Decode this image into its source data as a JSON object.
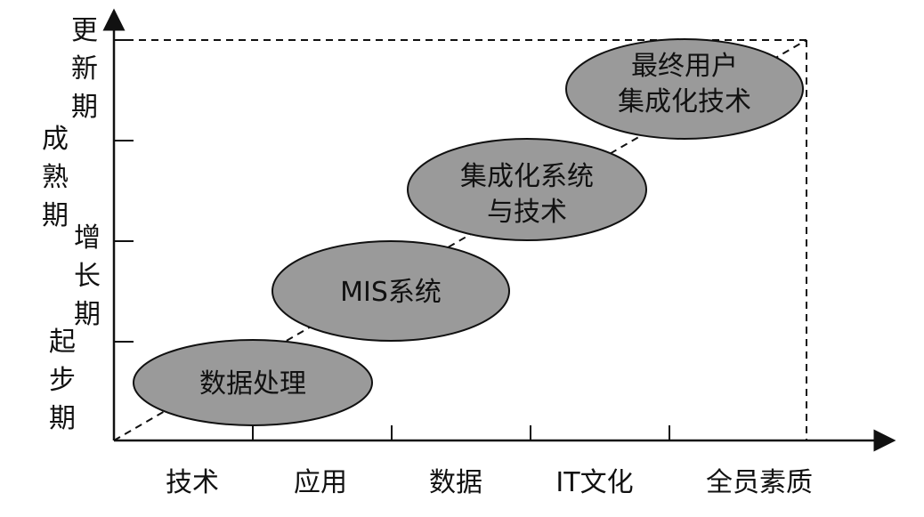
{
  "y_axis": {
    "stages": [
      {
        "chars": [
          "更",
          "新",
          "期"
        ]
      },
      {
        "chars": [
          "成",
          "熟",
          "期"
        ]
      },
      {
        "chars": [
          "增",
          "长",
          "期"
        ]
      },
      {
        "chars": [
          "起",
          "步",
          "期"
        ]
      }
    ]
  },
  "x_axis": {
    "labels": [
      "技术",
      "应用",
      "数据",
      "IT文化",
      "全员素质"
    ]
  },
  "phases": [
    {
      "lines": [
        "数据处理"
      ]
    },
    {
      "lines": [
        "MIS系统"
      ]
    },
    {
      "lines": [
        "集成化系统",
        "与技术"
      ]
    },
    {
      "lines": [
        "最终用户",
        "集成化技术"
      ]
    }
  ],
  "colors": {
    "ellipse_fill": "#9a9a9a",
    "ink": "#111111",
    "background": "#ffffff"
  }
}
